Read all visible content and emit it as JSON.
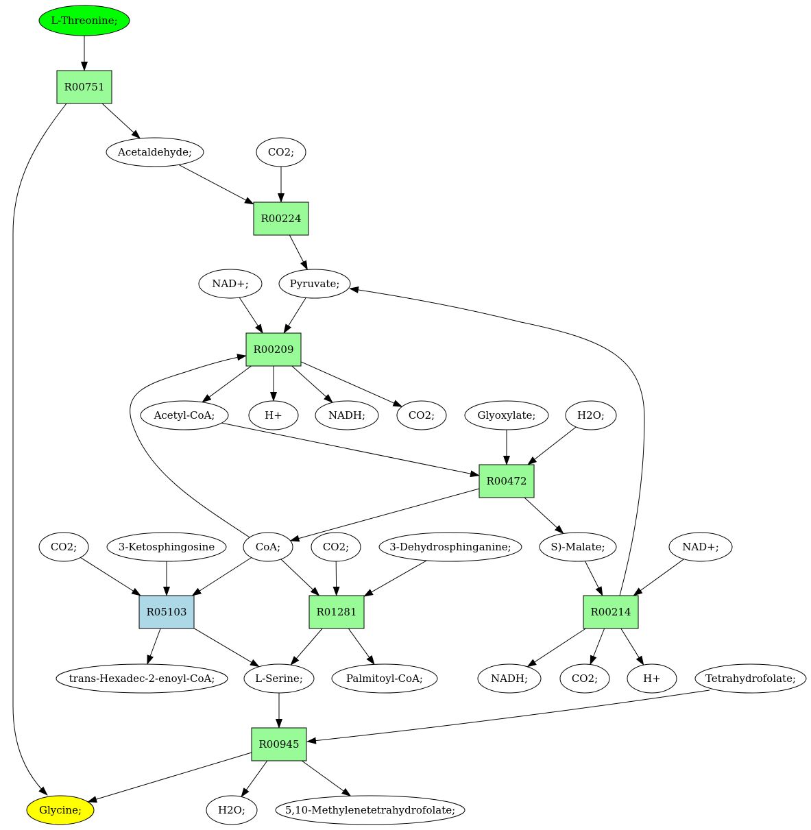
{
  "colors": {
    "reaction": "#98fb98",
    "reaction_alt": "#add8e6",
    "source": "#00ff00",
    "target": "#ffff00",
    "compound": "#ffffff"
  },
  "nodes": {
    "l_threonine": {
      "label": "L-Threonine;",
      "kind": "source"
    },
    "r00751": {
      "label": "R00751",
      "kind": "reaction"
    },
    "acetaldehyde": {
      "label": "Acetaldehyde;",
      "kind": "compound"
    },
    "co2_a": {
      "label": "CO2;",
      "kind": "compound"
    },
    "r00224": {
      "label": "R00224",
      "kind": "reaction"
    },
    "nad_a": {
      "label": "NAD+;",
      "kind": "compound"
    },
    "pyruvate": {
      "label": "Pyruvate;",
      "kind": "compound"
    },
    "r00209": {
      "label": "R00209",
      "kind": "reaction"
    },
    "acetyl_coa": {
      "label": "Acetyl-CoA;",
      "kind": "compound"
    },
    "h_plus_a": {
      "label": "H+",
      "kind": "compound"
    },
    "nadh_a": {
      "label": "NADH;",
      "kind": "compound"
    },
    "co2_b": {
      "label": "CO2;",
      "kind": "compound"
    },
    "glyoxylate": {
      "label": "Glyoxylate;",
      "kind": "compound"
    },
    "h2o_a": {
      "label": "H2O;",
      "kind": "compound"
    },
    "r00472": {
      "label": "R00472",
      "kind": "reaction"
    },
    "co2_c": {
      "label": "CO2;",
      "kind": "compound"
    },
    "ketosphingosine": {
      "label": "3-Ketosphingosine",
      "kind": "compound"
    },
    "coa": {
      "label": "CoA;",
      "kind": "compound"
    },
    "co2_d": {
      "label": "CO2;",
      "kind": "compound"
    },
    "dehydrosphinganine": {
      "label": "3-Dehydrosphinganine;",
      "kind": "compound"
    },
    "s_malate": {
      "label": "S)-Malate;",
      "kind": "compound"
    },
    "nad_b": {
      "label": "NAD+;",
      "kind": "compound"
    },
    "r05103": {
      "label": "R05103",
      "kind": "reaction_alt"
    },
    "r01281": {
      "label": "R01281",
      "kind": "reaction"
    },
    "r00214": {
      "label": "R00214",
      "kind": "reaction"
    },
    "hexadecenoyl_coa": {
      "label": "trans-Hexadec-2-enoyl-CoA;",
      "kind": "compound"
    },
    "l_serine": {
      "label": "L-Serine;",
      "kind": "compound"
    },
    "palmitoyl_coa": {
      "label": "Palmitoyl-CoA;",
      "kind": "compound"
    },
    "nadh_b": {
      "label": "NADH;",
      "kind": "compound"
    },
    "co2_e": {
      "label": "CO2;",
      "kind": "compound"
    },
    "h_plus_b": {
      "label": "H+",
      "kind": "compound"
    },
    "tetrahydrofolate": {
      "label": "Tetrahydrofolate;",
      "kind": "compound"
    },
    "r00945": {
      "label": "R00945",
      "kind": "reaction"
    },
    "glycine": {
      "label": "Glycine;",
      "kind": "target"
    },
    "h2o_b": {
      "label": "H2O;",
      "kind": "compound"
    },
    "methylenethf": {
      "label": "5,10-Methylenetetrahydrofolate;",
      "kind": "compound"
    }
  },
  "edges": [
    [
      "l_threonine",
      "r00751"
    ],
    [
      "r00751",
      "acetaldehyde"
    ],
    [
      "r00751",
      "glycine"
    ],
    [
      "acetaldehyde",
      "r00224"
    ],
    [
      "co2_a",
      "r00224"
    ],
    [
      "r00224",
      "pyruvate"
    ],
    [
      "nad_a",
      "r00209"
    ],
    [
      "pyruvate",
      "r00209"
    ],
    [
      "r00209",
      "acetyl_coa"
    ],
    [
      "r00209",
      "h_plus_a"
    ],
    [
      "r00209",
      "nadh_a"
    ],
    [
      "r00209",
      "co2_b"
    ],
    [
      "coa",
      "r00209"
    ],
    [
      "acetyl_coa",
      "r00472"
    ],
    [
      "glyoxylate",
      "r00472"
    ],
    [
      "h2o_a",
      "r00472"
    ],
    [
      "r00472",
      "coa"
    ],
    [
      "r00472",
      "s_malate"
    ],
    [
      "co2_c",
      "r05103"
    ],
    [
      "ketosphingosine",
      "r05103"
    ],
    [
      "coa",
      "r05103"
    ],
    [
      "coa",
      "r01281"
    ],
    [
      "co2_d",
      "r01281"
    ],
    [
      "dehydrosphinganine",
      "r01281"
    ],
    [
      "s_malate",
      "r00214"
    ],
    [
      "nad_b",
      "r00214"
    ],
    [
      "r00214",
      "pyruvate"
    ],
    [
      "r05103",
      "hexadecenoyl_coa"
    ],
    [
      "r05103",
      "l_serine"
    ],
    [
      "r01281",
      "l_serine"
    ],
    [
      "r01281",
      "palmitoyl_coa"
    ],
    [
      "r00214",
      "nadh_b"
    ],
    [
      "r00214",
      "co2_e"
    ],
    [
      "r00214",
      "h_plus_b"
    ],
    [
      "l_serine",
      "r00945"
    ],
    [
      "tetrahydrofolate",
      "r00945"
    ],
    [
      "r00945",
      "glycine"
    ],
    [
      "r00945",
      "h2o_b"
    ],
    [
      "r00945",
      "methylenethf"
    ]
  ]
}
